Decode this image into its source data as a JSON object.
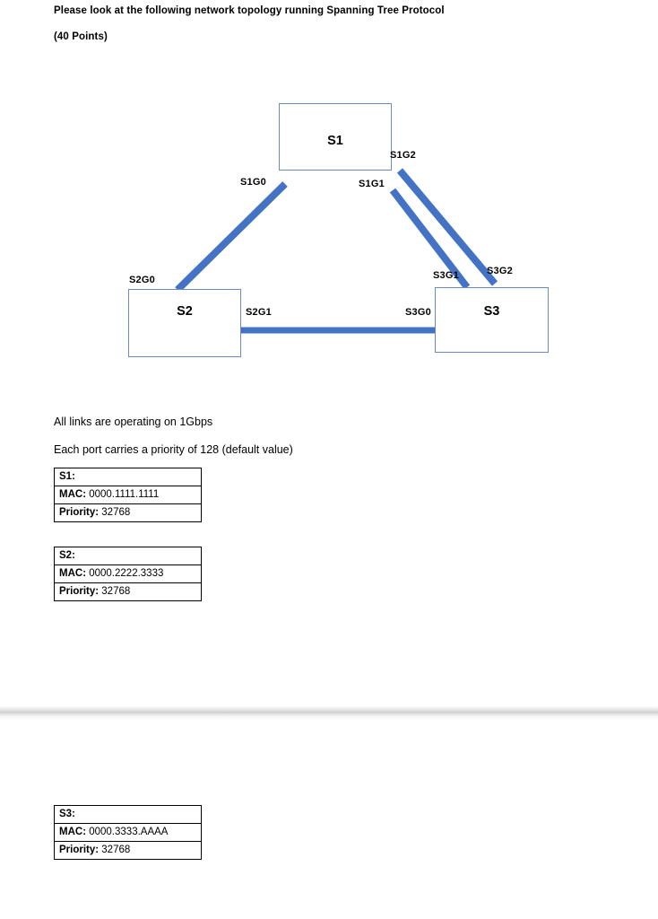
{
  "question": {
    "title": "Please look at the following network topology running Spanning Tree Protocol",
    "points": "(40 Points)"
  },
  "diagram": {
    "type": "network-topology",
    "link_color": "#4472c4",
    "box_border_color": "#6c8bc0",
    "switches": [
      {
        "id": "s1",
        "label": "S1"
      },
      {
        "id": "s2",
        "label": "S2"
      },
      {
        "id": "s3",
        "label": "S3"
      }
    ],
    "ports": [
      {
        "id": "s1g0",
        "label": "S1G0"
      },
      {
        "id": "s1g1",
        "label": "S1G1"
      },
      {
        "id": "s1g2",
        "label": "S1G2"
      },
      {
        "id": "s2g0",
        "label": "S2G0"
      },
      {
        "id": "s2g1",
        "label": "S2G1"
      },
      {
        "id": "s3g0",
        "label": "S3G0"
      },
      {
        "id": "s3g1",
        "label": "S3G1"
      },
      {
        "id": "s3g2",
        "label": "S3G2"
      }
    ],
    "links": [
      {
        "from": "S1G0",
        "to": "S2G0"
      },
      {
        "from": "S1G1",
        "to": "S3G1"
      },
      {
        "from": "S1G2",
        "to": "S3G2"
      },
      {
        "from": "S2G1",
        "to": "S3G0"
      }
    ]
  },
  "notes": {
    "links_speed": "All links are operating on 1Gbps",
    "port_priority": "Each port carries a priority of 128 (default value)"
  },
  "tables": {
    "s1": {
      "name": "S1:",
      "mac_key": "MAC:",
      "mac_value": " 0000.1111.1111",
      "priority_key": "Priority:",
      "priority_value": " 32768"
    },
    "s2": {
      "name": "S2:",
      "mac_key": "MAC:",
      "mac_value": " 0000.2222.3333",
      "priority_key": "Priority:",
      "priority_value": " 32768"
    },
    "s3": {
      "name": "S3:",
      "mac_key": "MAC:",
      "mac_value": " 0000.3333.AAAA",
      "priority_key": "Priority:",
      "priority_value": " 32768"
    }
  }
}
